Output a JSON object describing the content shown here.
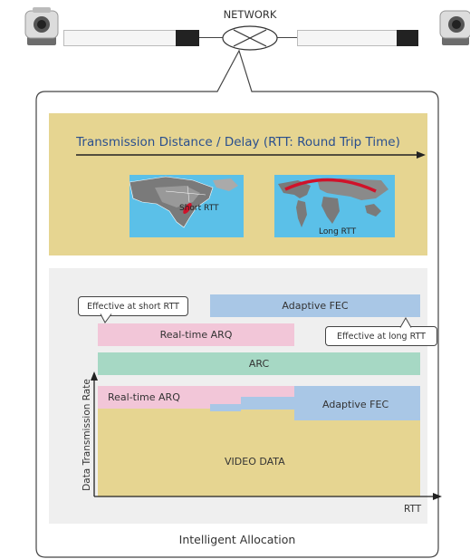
{
  "header": {
    "network_label": "NETWORK"
  },
  "panel": {
    "distance_title": "Transmission Distance / Delay (RTT: Round Trip Time)",
    "short_rtt_label": "Short RTT",
    "long_rtt_label": "Long RTT",
    "callout_short": "Effective at short RTT",
    "callout_long": "Effective at long RTT",
    "bar_adaptive_fec": "Adaptive FEC",
    "bar_realtime_arq": "Real-time ARQ",
    "bar_arc": "ARC",
    "stack_realtime_arq": "Real-time ARQ",
    "stack_adaptive_fec": "Adaptive FEC",
    "stack_video_data": "VIDEO DATA",
    "y_axis_label": "Data Transmission Rate",
    "x_axis_label": "RTT",
    "footer": "Intelligent Allocation"
  },
  "colors": {
    "tan": "#e6d591",
    "light_gray": "#efefef",
    "blue": "#a9c7e6",
    "pink": "#f2c6d8",
    "green": "#a6d8c4",
    "ocean": "#5bc0e8",
    "red_arc": "#d0122a"
  }
}
